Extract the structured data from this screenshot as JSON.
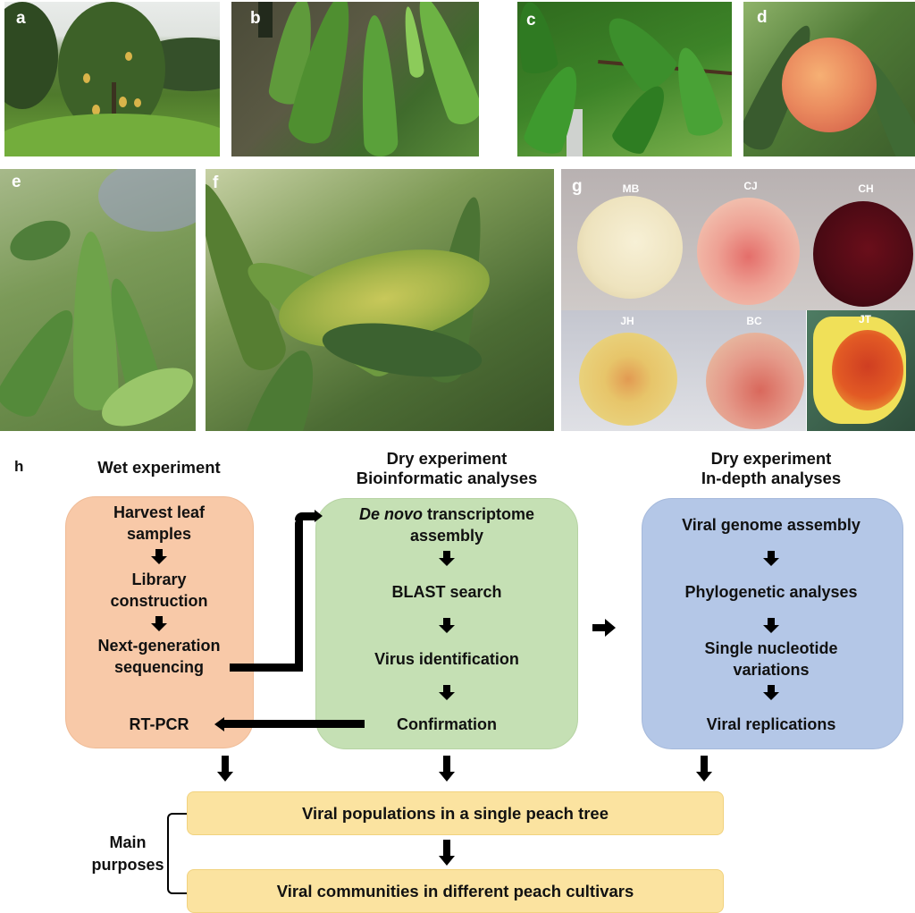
{
  "photo_panels": {
    "a": {
      "label": "a",
      "subject": "peach-tree-orchard"
    },
    "b": {
      "label": "b",
      "subject": "healthy-peach-leaves"
    },
    "c": {
      "label": "c",
      "subject": "peach-branch-with-leaves"
    },
    "d": {
      "label": "d",
      "subject": "ripe-peach-on-tree"
    },
    "e": {
      "label": "e",
      "subject": "leaves-with-mild-mosaic"
    },
    "f": {
      "label": "f",
      "subject": "leaf-with-yellow-mosaic-symptoms"
    },
    "g": {
      "label": "g",
      "cultivars": [
        "MB",
        "CJ",
        "CH",
        "JH",
        "BC",
        "JT"
      ]
    }
  },
  "colors": {
    "wet_box": "#f8c9a8",
    "bio_box": "#c5e0b4",
    "depth_box": "#b4c7e7",
    "purpose_box": "#fbe3a0",
    "arrow": "#000000"
  },
  "diagram": {
    "label": "h",
    "wet": {
      "header": "Wet experiment",
      "steps": [
        "Harvest leaf",
        "samples",
        "Library",
        "construction",
        "Next-generation",
        "sequencing"
      ],
      "rtpcr": "RT-PCR"
    },
    "bio": {
      "header_line1": "Dry experiment",
      "header_line2": "Bioinformatic analyses",
      "step1_italic": "De novo",
      "step1_rest": " transcriptome",
      "step1_line2": "assembly",
      "step2": "BLAST search",
      "step3": "Virus identification",
      "step4": "Confirmation"
    },
    "depth": {
      "header_line1": "Dry experiment",
      "header_line2": "In-depth analyses",
      "step1": "Viral genome assembly",
      "step2": "Phylogenetic analyses",
      "step3_line1": "Single nucleotide",
      "step3_line2": "variations",
      "step4": "Viral replications"
    },
    "purposes": {
      "label_line1": "Main",
      "label_line2": "purposes",
      "items": [
        "Viral populations in a single peach tree",
        "Viral communities in different peach cultivars"
      ]
    }
  }
}
